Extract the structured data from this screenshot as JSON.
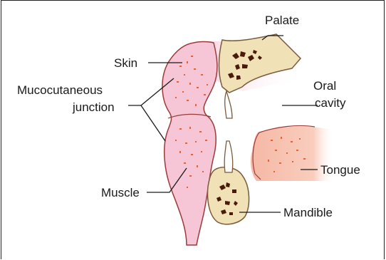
{
  "labels": {
    "palate": "Palate",
    "skin": "Skin",
    "mucocutaneous_line1": "Mucocutaneous",
    "mucocutaneous_line2": "junction",
    "oral": "Oral",
    "cavity": "cavity",
    "tongue": "Tongue",
    "muscle": "Muscle",
    "mandible": "Mandible"
  },
  "colors": {
    "skin_fill": "#f7c6d6",
    "skin_stroke": "#9b3a3a",
    "tongue_fill": "#f9c8b8",
    "bone_fill": "#f0e2b6",
    "bone_stroke": "#7a5a3a",
    "trabecular": "#4a1a0a",
    "speckle": "#e0643c"
  }
}
